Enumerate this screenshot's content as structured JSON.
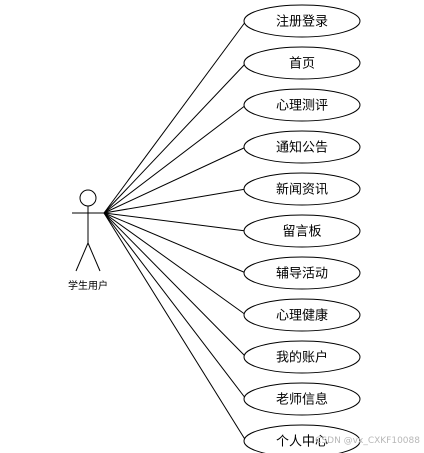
{
  "actor": {
    "label": "学生用户"
  },
  "use_cases": [
    {
      "label": "注册登录"
    },
    {
      "label": "首页"
    },
    {
      "label": "心理测评"
    },
    {
      "label": "通知公告"
    },
    {
      "label": "新闻资讯"
    },
    {
      "label": "留言板"
    },
    {
      "label": "辅导活动"
    },
    {
      "label": "心理健康"
    },
    {
      "label": "我的账户"
    },
    {
      "label": "老师信息"
    },
    {
      "label": "个人中心"
    }
  ],
  "watermark": "CSDN @vx_CXKF10088",
  "colors": {
    "stroke": "#000000",
    "background": "#ffffff",
    "watermark": "#b8b8b8"
  }
}
